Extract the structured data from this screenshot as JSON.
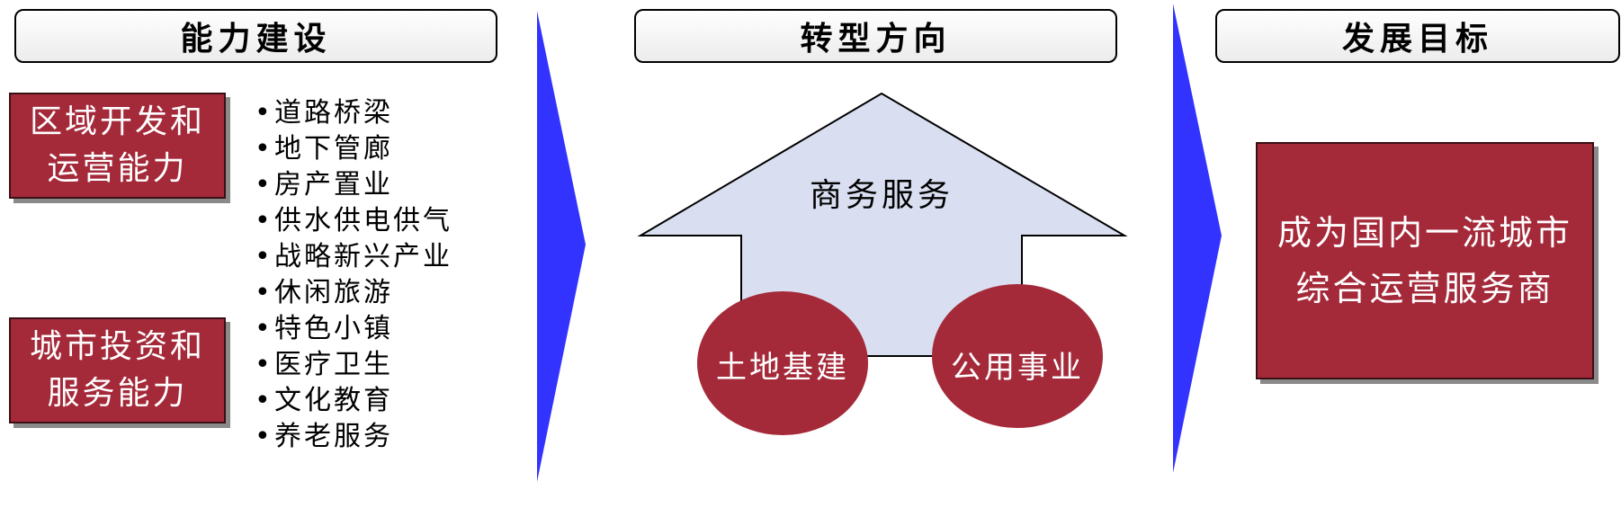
{
  "columns": {
    "capability": {
      "title": "能力建设"
    },
    "transformation": {
      "title": "转型方向"
    },
    "goal": {
      "title": "发展目标"
    }
  },
  "capabilities": [
    {
      "line1": "区域开发和",
      "line2": "运营能力"
    },
    {
      "line1": "城市投资和",
      "line2": "服务能力"
    }
  ],
  "bullet_char": "•",
  "bullets": [
    "道路桥梁",
    "地下管廊",
    "房产置业",
    "供水供电供气",
    "战略新兴产业",
    "休闲旅游",
    "特色小镇",
    "医疗卫生",
    "文化教育",
    "养老服务"
  ],
  "house": {
    "roof_label": "商务服务",
    "left_circle": "土地基建",
    "right_circle": "公用事业"
  },
  "goal": {
    "line1": "成为国内一流城市",
    "line2": "综合运营服务商"
  },
  "colors": {
    "accent_red": "#a42a3a",
    "arrow_blue": "#3333ff",
    "house_fill": "#d9dff0"
  }
}
